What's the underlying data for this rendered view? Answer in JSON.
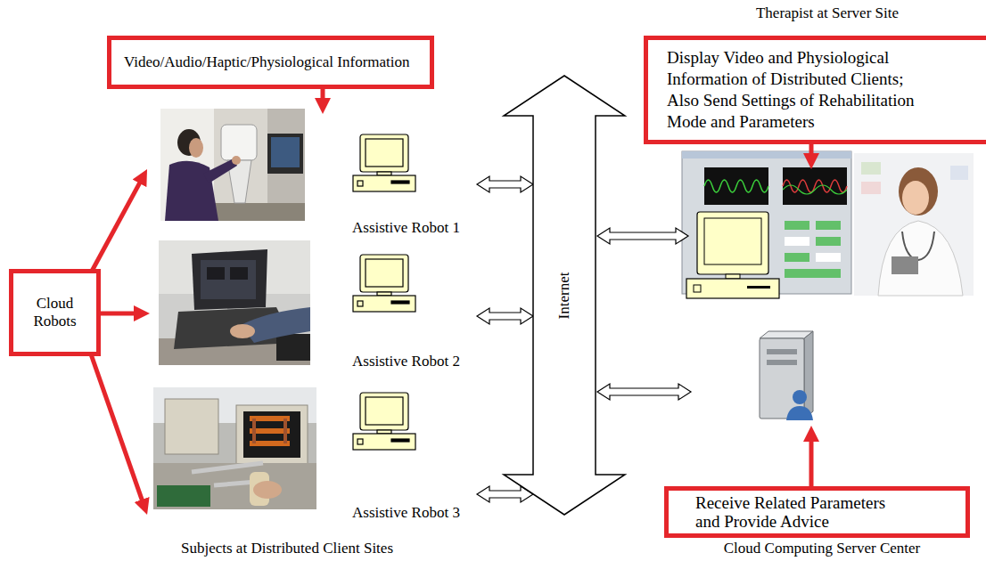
{
  "diagram": {
    "nodes": [
      {
        "text": [
          "Video/Audio/Haptic/Physiological Information"
        ]
      },
      {
        "text": [
          "Display Video and Physiological Information of Distributed Clients; Also Send Settings of Rehabilitation Mode and Parameters"
        ]
      },
      {
        "text": [
          "Cloud Robots"
        ]
      },
      {
        "text": [
          "Assistive Robot 1"
        ]
      },
      {
        "text": [
          "Assistive Robot 2"
        ]
      },
      {
        "text": [
          "Assistive Robot 3"
        ]
      },
      {
        "text": [
          "Internet"
        ]
      },
      {
        "text": [
          "Receive Related Parameters and Provide Advice"
        ]
      }
    ],
    "edges": [
      {
        "from": 3,
        "to": 6,
        "arrow": "both"
      },
      {
        "from": 4,
        "to": 6,
        "arrow": "both"
      },
      {
        "from": 5,
        "to": 6,
        "arrow": "both"
      }
    ],
    "labels": [
      "Therapist at Server Site",
      "Subjects at Distributed Client Sites",
      "Cloud Computing Server Center"
    ]
  }
}
